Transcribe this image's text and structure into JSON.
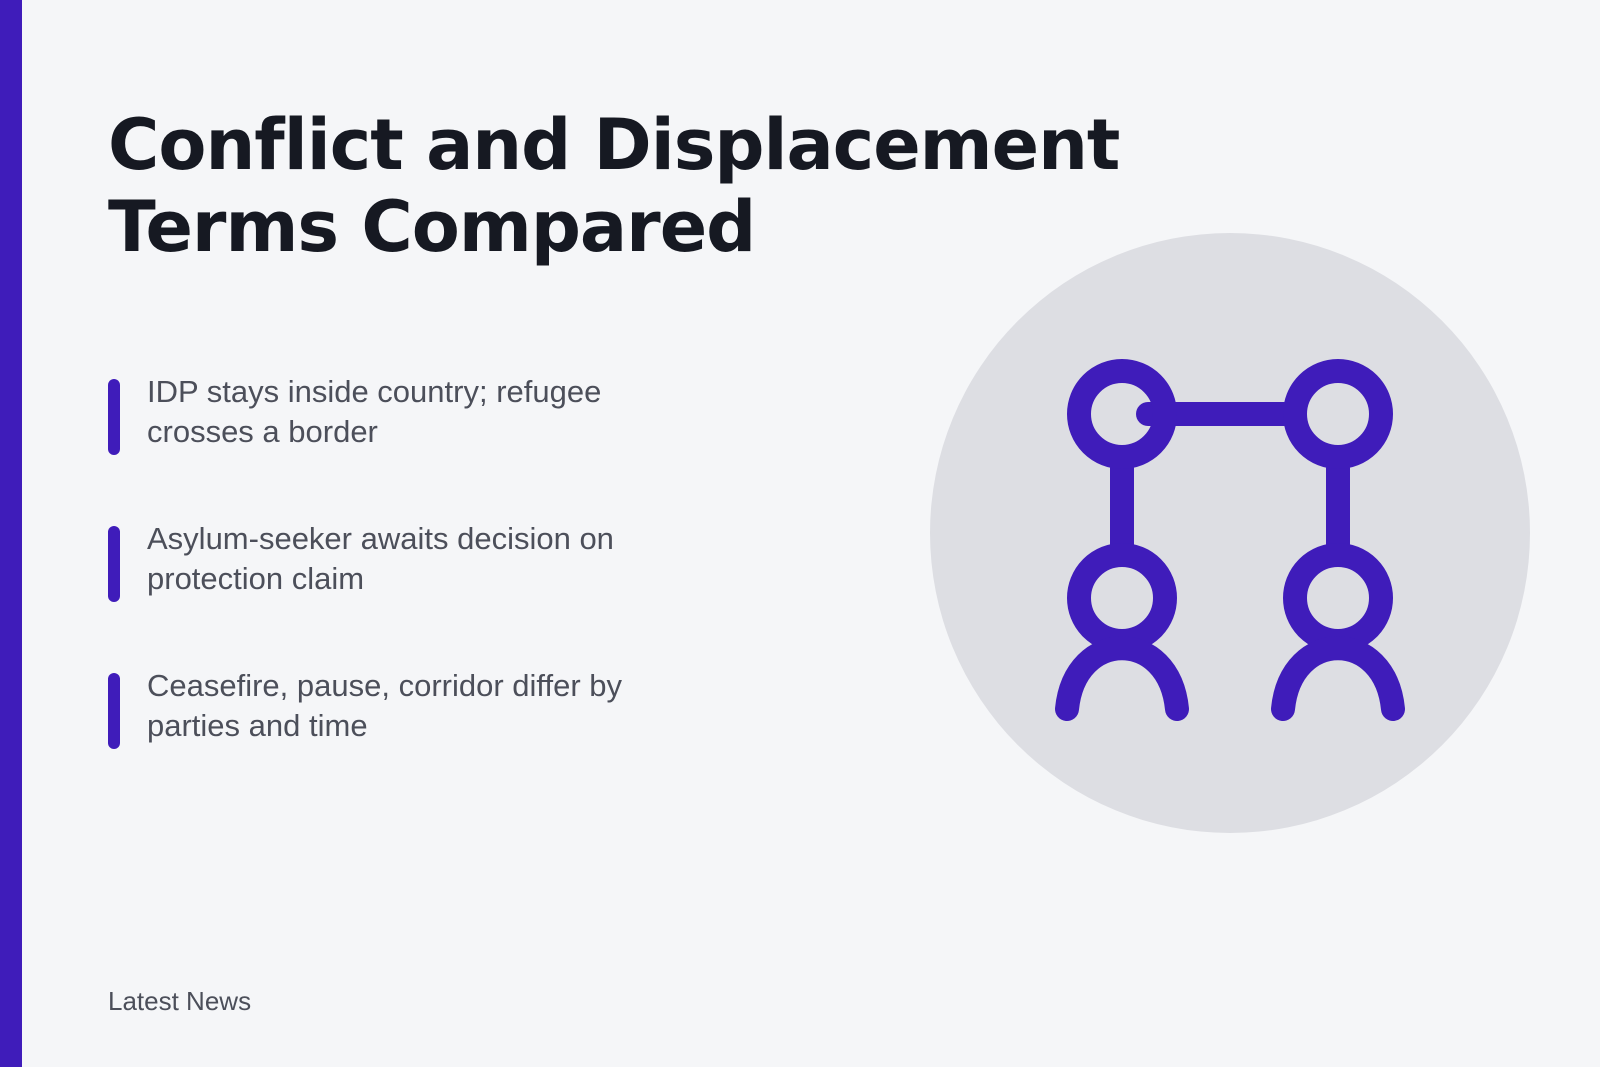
{
  "title": {
    "line1": "Conflict and Displacement",
    "line2": "Terms Compared"
  },
  "points": [
    {
      "line1": "IDP stays inside country; refugee",
      "line2": "crosses a border"
    },
    {
      "line1": "Asylum-seeker awaits decision on",
      "line2": "protection claim"
    },
    {
      "line1": "Ceasefire, pause, corridor differ by",
      "line2": "parties and time"
    }
  ],
  "footer": "Latest News",
  "illustration": {
    "icon": "connected-people-icon"
  },
  "colors": {
    "accent": "#3f1cba",
    "background": "#f5f6f8",
    "title": "#161922",
    "body_text": "#4c4f5a",
    "circle": "#dddee3"
  }
}
